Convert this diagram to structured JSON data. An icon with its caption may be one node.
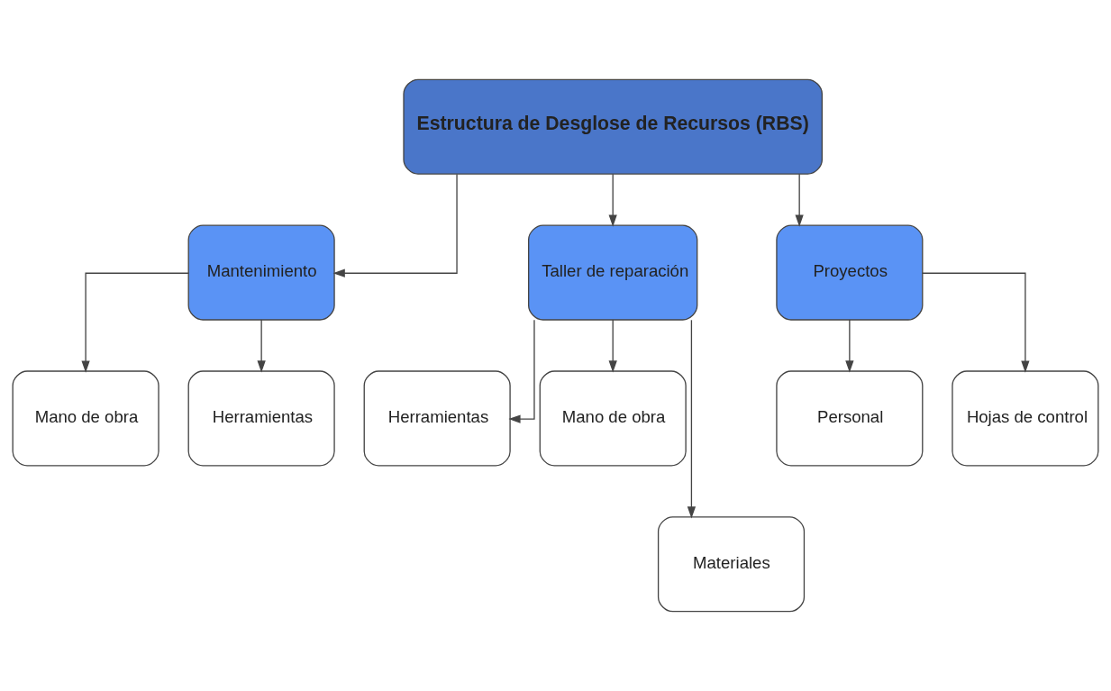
{
  "diagram": {
    "nodes": [
      {
        "text": [
          "Estructura de Desglose de Recursos (RBS)"
        ]
      },
      {
        "text": [
          "Mantenimiento"
        ]
      },
      {
        "text": [
          "Taller de reparación"
        ]
      },
      {
        "text": [
          "Proyectos"
        ]
      },
      {
        "text": [
          "Mano de obra"
        ]
      },
      {
        "text": [
          "Herramientas"
        ]
      },
      {
        "text": [
          "Herramientas"
        ]
      },
      {
        "text": [
          "Mano de obra"
        ]
      },
      {
        "text": [
          "Personal"
        ]
      },
      {
        "text": [
          "Hojas de control"
        ]
      },
      {
        "text": [
          "Materiales"
        ]
      }
    ],
    "edges": [
      {
        "from": 0,
        "to": 1,
        "arrow": "to"
      },
      {
        "from": 0,
        "to": 2,
        "arrow": "to"
      },
      {
        "from": 0,
        "to": 3,
        "arrow": "to"
      },
      {
        "from": 1,
        "to": 4,
        "arrow": "to"
      },
      {
        "from": 1,
        "to": 5,
        "arrow": "to"
      },
      {
        "from": 2,
        "to": 6,
        "arrow": "to"
      },
      {
        "from": 2,
        "to": 7,
        "arrow": "to"
      },
      {
        "from": 3,
        "to": 8,
        "arrow": "to"
      },
      {
        "from": 3,
        "to": 9,
        "arrow": "to"
      },
      {
        "from": 2,
        "to": 10,
        "arrow": "to"
      }
    ]
  }
}
